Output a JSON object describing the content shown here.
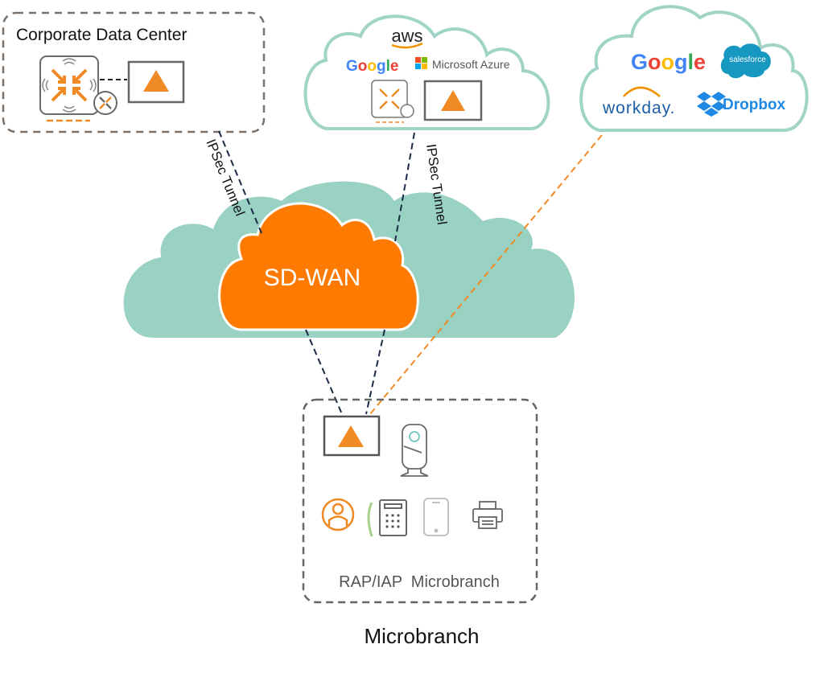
{
  "diagram": {
    "corporate_dc": {
      "title": "Corporate Data Center"
    },
    "public_cloud": {
      "providers": [
        "aws",
        "Google",
        "Microsoft Azure"
      ]
    },
    "saas_cloud": {
      "apps": [
        "Google",
        "salesforce",
        "workday.",
        "Dropbox"
      ]
    },
    "tunnels": {
      "left_label": "IPSec Tunnel",
      "right_label": "IPSec Tunnel"
    },
    "sdwan": {
      "label": "SD-WAN"
    },
    "microbranch": {
      "box_label": "RAP/IAP  Microbranch",
      "caption": "Microbranch"
    },
    "colors": {
      "orange": "#FF7A00",
      "teal_cloud": "#99D1C3",
      "teal_outline": "#9FD4C6",
      "dashed_gray": "#7A7068",
      "tunnel_navy": "#1B2A47",
      "device_gray": "#5E6066"
    }
  }
}
